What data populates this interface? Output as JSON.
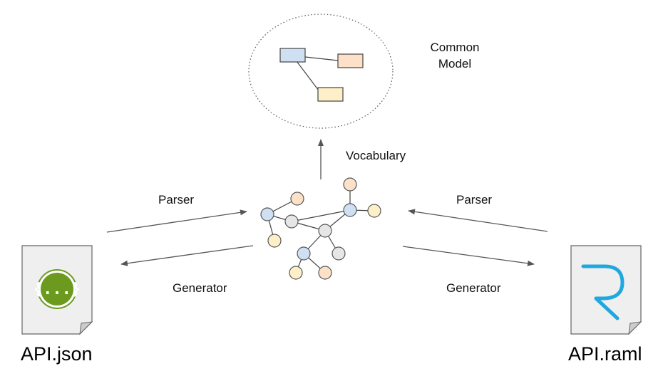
{
  "labels": {
    "common_model": [
      "Common",
      "Model"
    ],
    "vocabulary": "Vocabulary",
    "parser_left": "Parser",
    "generator_left": "Generator",
    "parser_right": "Parser",
    "generator_right": "Generator",
    "file_left": "API.json",
    "file_right": "API.raml"
  },
  "icons": {
    "file_left_badge": "swagger-icon",
    "file_left_badge_glyph": "{...}",
    "file_right_badge": "raml-icon"
  },
  "colors": {
    "node_blue": "#cfe0f3",
    "node_gray": "#e6e6e6",
    "node_orange": "#fce1c8",
    "node_yellow": "#fdf0c8",
    "swagger_green": "#6b9a1f",
    "raml_blue": "#1fa8e0",
    "document_fill": "#efefef"
  }
}
